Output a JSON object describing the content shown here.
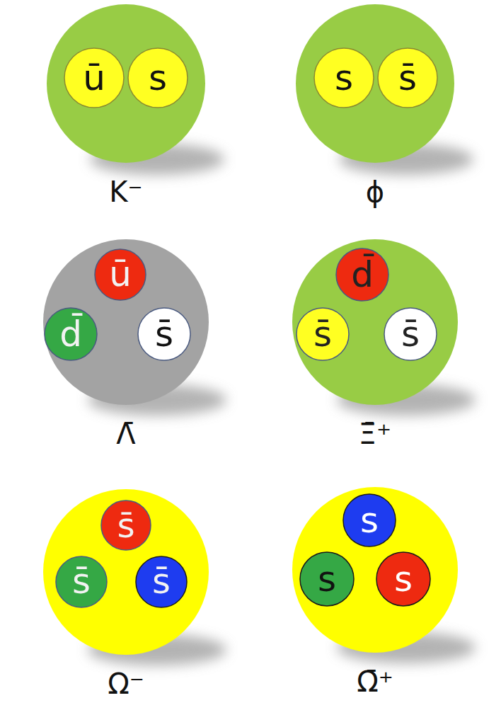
{
  "diagram": {
    "nodes": [
      {
        "text": [
          "K⁻"
        ]
      },
      {
        "text": [
          "ū"
        ],
        "in": 0
      },
      {
        "text": [
          "s"
        ],
        "in": 0
      },
      {
        "text": [
          "ϕ"
        ]
      },
      {
        "text": [
          "s"
        ],
        "in": 3
      },
      {
        "text": [
          "s̄"
        ],
        "in": 3
      },
      {
        "text": [
          "Λ̄"
        ]
      },
      {
        "text": [
          "ū"
        ],
        "in": 6
      },
      {
        "text": [
          "d̄"
        ],
        "in": 6
      },
      {
        "text": [
          "s̄"
        ],
        "in": 6
      },
      {
        "text": [
          "Ξ̄⁺"
        ]
      },
      {
        "text": [
          "d̄"
        ],
        "in": 10
      },
      {
        "text": [
          "s̄"
        ],
        "in": 10
      },
      {
        "text": [
          "s̄"
        ],
        "in": 10
      },
      {
        "text": [
          "Ω⁻"
        ]
      },
      {
        "text": [
          "s̄"
        ],
        "in": 14
      },
      {
        "text": [
          "s̄"
        ],
        "in": 14
      },
      {
        "text": [
          "s̄"
        ],
        "in": 14
      },
      {
        "text": [
          "Ω̄⁺"
        ]
      },
      {
        "text": [
          "s"
        ],
        "in": 18
      },
      {
        "text": [
          "s"
        ],
        "in": 18
      },
      {
        "text": [
          "s"
        ],
        "in": 18
      }
    ]
  }
}
